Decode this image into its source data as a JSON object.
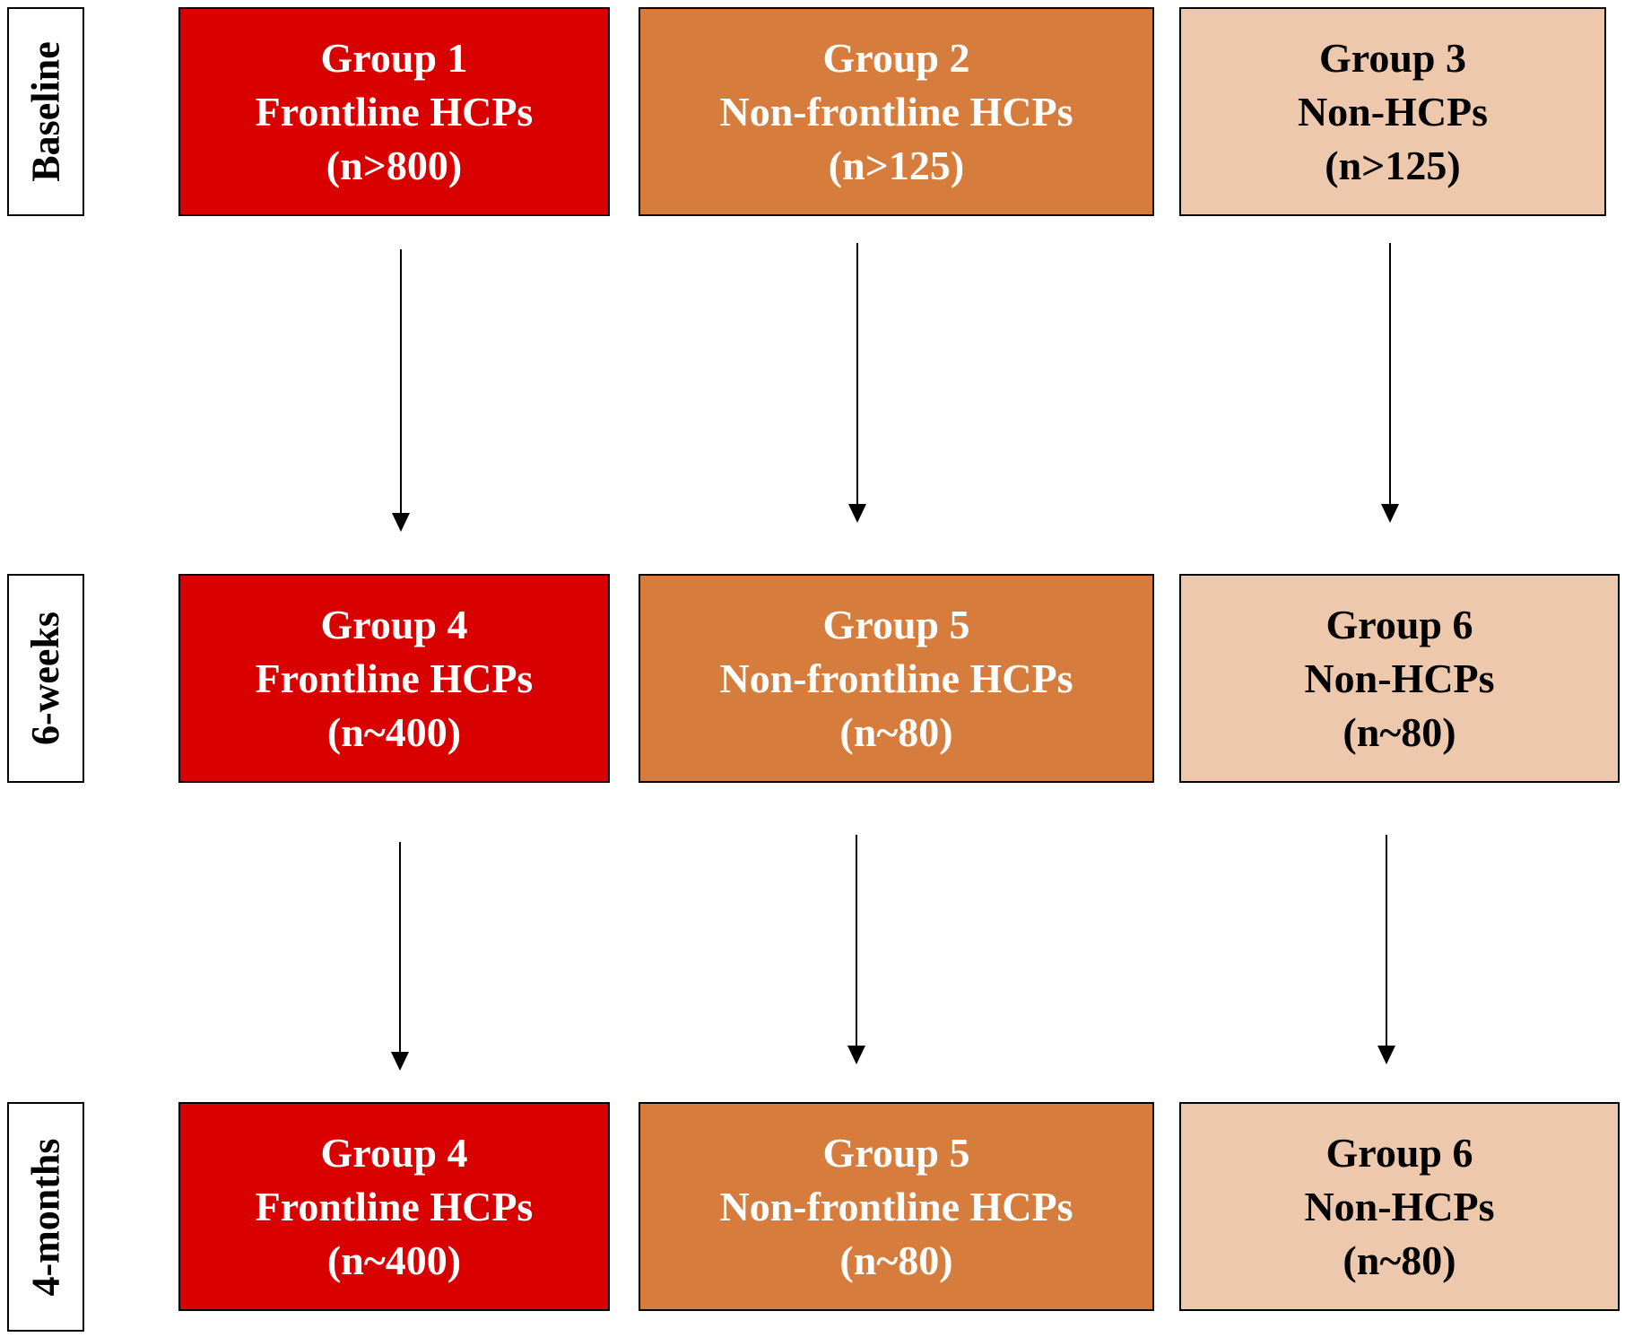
{
  "colors": {
    "frontline": "#D90000",
    "non_frontline": "#D67D3E",
    "non_hcp": "#EDC8AC",
    "arrow": "#000000"
  },
  "stages": [
    {
      "label": "Baseline",
      "groups": [
        {
          "name": "Group 1",
          "category": "Frontline HCPs",
          "n": "(n>800)"
        },
        {
          "name": "Group 2",
          "category": "Non-frontline HCPs",
          "n": "(n>125)"
        },
        {
          "name": "Group 3",
          "category": "Non-HCPs",
          "n": "(n>125)"
        }
      ]
    },
    {
      "label": "6-weeks",
      "groups": [
        {
          "name": "Group 4",
          "category": "Frontline HCPs",
          "n": "(n~400)"
        },
        {
          "name": "Group 5",
          "category": "Non-frontline HCPs",
          "n": "(n~80)"
        },
        {
          "name": "Group 6",
          "category": "Non-HCPs",
          "n": "(n~80)"
        }
      ]
    },
    {
      "label": "4-months",
      "groups": [
        {
          "name": "Group 4",
          "category": "Frontline HCPs",
          "n": "(n~400)"
        },
        {
          "name": "Group 5",
          "category": "Non-frontline HCPs",
          "n": "(n~80)"
        },
        {
          "name": "Group 6",
          "category": "Non-HCPs",
          "n": "(n~80)"
        }
      ]
    }
  ]
}
